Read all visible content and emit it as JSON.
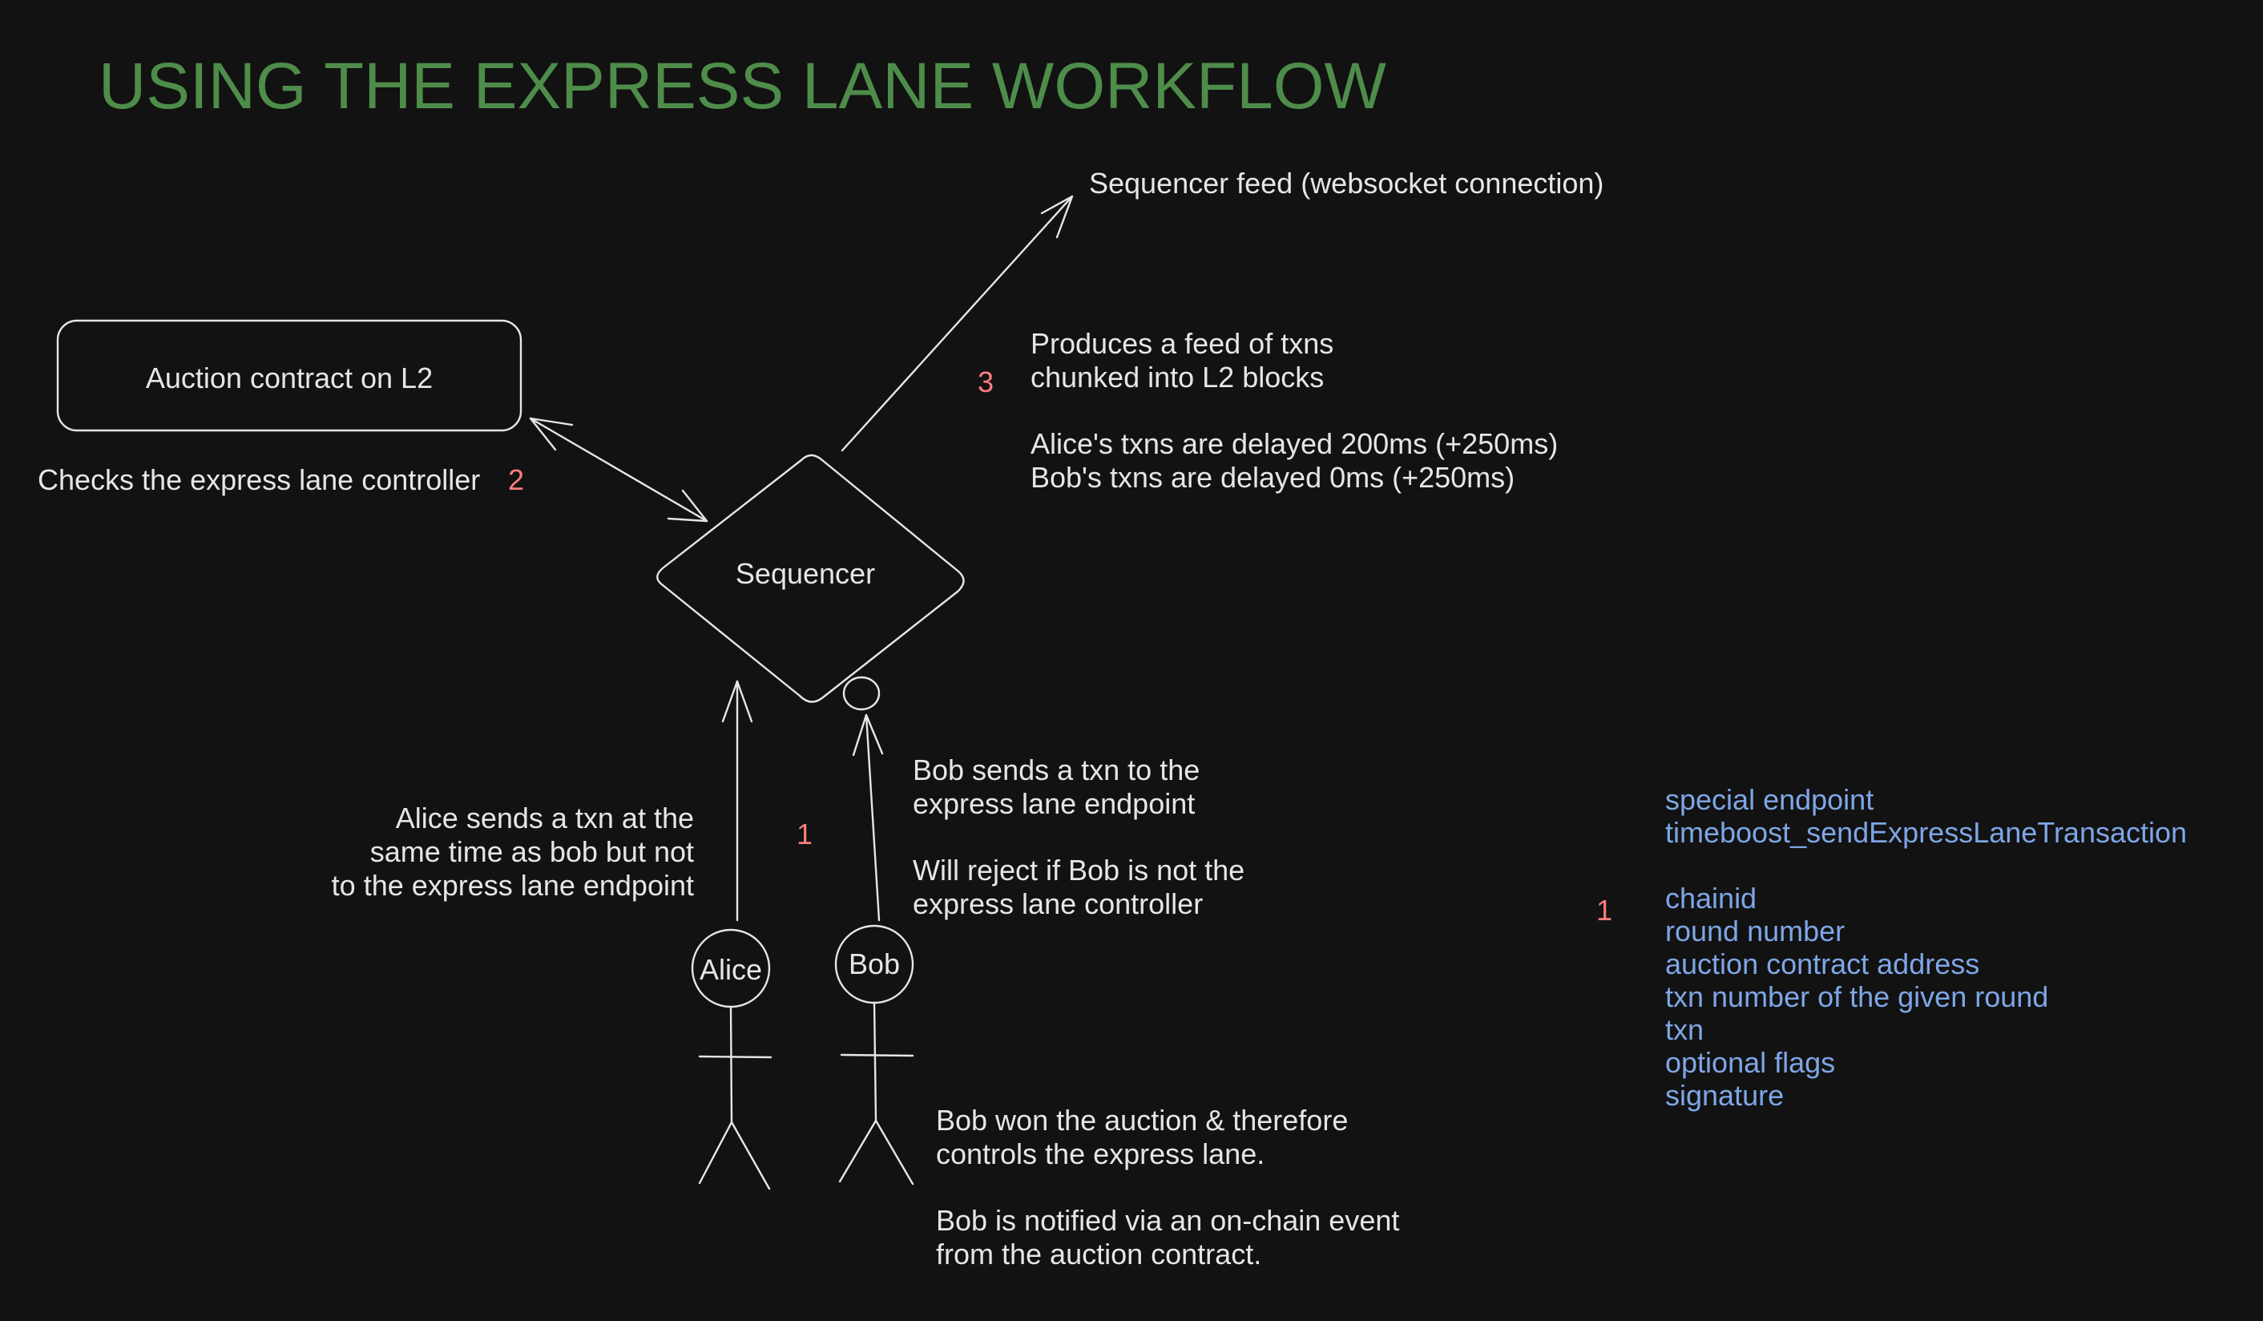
{
  "title": "USING THE EXPRESS LANE WORKFLOW",
  "nodes": {
    "auction_contract": "Auction contract on L2",
    "sequencer": "Sequencer",
    "feed": "Sequencer feed (websocket connection)",
    "alice": "Alice",
    "bob": "Bob"
  },
  "steps": {
    "step1_left": "1",
    "step1_right": "1",
    "step2": "2",
    "step3": "3"
  },
  "annotations": {
    "checks": "Checks the express lane controller",
    "feed_note": {
      "line1": "Produces a feed of txns",
      "line2": "chunked into L2 blocks",
      "line3": "Alice's txns are delayed 200ms (+250ms)",
      "line4": "Bob's txns are delayed 0ms (+250ms)"
    },
    "alice_note": {
      "line1": "Alice sends a txn at the",
      "line2": "same time as bob but not",
      "line3": "to the express lane endpoint"
    },
    "bob_note": {
      "line1": "Bob sends a txn to the",
      "line2": "express lane endpoint",
      "line3": "Will reject if Bob is not the",
      "line4": "express lane controller"
    },
    "bob_won": {
      "line1": "Bob won the auction & therefore",
      "line2": "controls the express lane.",
      "line3": "Bob is notified via an on-chain event",
      "line4": "from the auction contract."
    }
  },
  "endpoint_details": {
    "heading1": "special endpoint",
    "heading2": "timeboost_sendExpressLaneTransaction",
    "fields": [
      "chainid",
      "round number",
      "auction contract address",
      "txn number of the given round",
      "txn",
      "optional flags",
      "signature"
    ]
  },
  "colors": {
    "background": "#121212",
    "title": "#4e8c4a",
    "text": "#e6e6e6",
    "step_number": "#ff7d7d",
    "endpoint_text": "#7ea6e6"
  }
}
